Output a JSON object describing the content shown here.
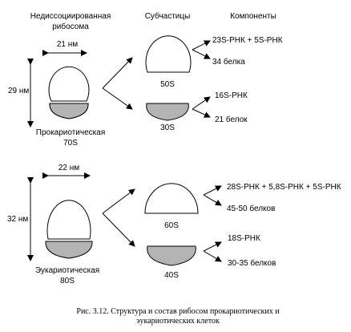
{
  "headers": {
    "col1_line1": "Недиссоциированная",
    "col1_line2": "рибосома",
    "col2": "Субчастицы",
    "col3": "Компоненты"
  },
  "prokaryotic": {
    "width_label": "21 нм",
    "height_label": "29 нм",
    "name": "Прокариотическая",
    "sedimentation": "70S",
    "large_subunit": "50S",
    "small_subunit": "30S",
    "large_components": [
      "23S-РНК + 5S-РНК",
      "34 белка"
    ],
    "small_components": [
      "16S-РНК",
      "21 белок"
    ]
  },
  "eukaryotic": {
    "width_label": "22 нм",
    "height_label": "32 нм",
    "name": "Эукариотическая",
    "sedimentation": "80S",
    "large_subunit": "60S",
    "small_subunit": "40S",
    "large_components": [
      "28S-РНК + 5,8S-РНК + 5S-РНК",
      "45-50 белков"
    ],
    "small_components": [
      "18S-РНК",
      "30-35 белков"
    ]
  },
  "caption": {
    "line1": "Рис. 3.12. Структура и состав рибосом прокариотических и",
    "line2": "эукариотических клеток"
  },
  "colors": {
    "small_subunit_fill": "#b4b4b4",
    "line": "#000000",
    "large_subunit_fill": "#ffffff"
  }
}
